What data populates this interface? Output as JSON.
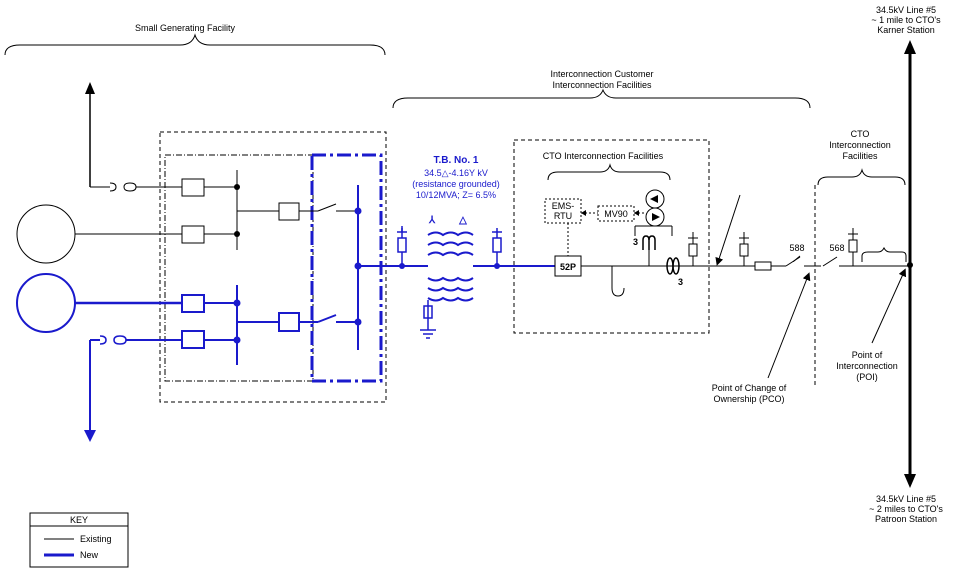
{
  "colors": {
    "existing": "#000000",
    "new": "#1a1acc"
  },
  "labels": {
    "small_generating_facility": "Small Generating Facility",
    "interconnection_customer_1": "Interconnection Customer",
    "interconnection_customer_2": "Interconnection Facilities",
    "cto_interconnection_facilities": "CTO Interconnection  Facilities",
    "cto_right_1": "CTO",
    "cto_right_2": "Interconnection",
    "cto_right_3": "Facilities",
    "line_top_1": "34.5kV Line #5",
    "line_top_2": "~ 1 mile to CTO's",
    "line_top_3": "Karner Station",
    "line_bottom_1": "34.5kV Line #5",
    "line_bottom_2": "~ 2 miles to CTO's",
    "line_bottom_3": "Patroon Station",
    "tb_title": "T.B. No. 1",
    "tb_line1": "34.5△-4.16Y kV",
    "tb_line2": "(resistance grounded)",
    "tb_line3": "10/12MVA; Z= 6.5%",
    "wye_symbol": "⅄",
    "delta_symbol": "△",
    "breaker_52p": "52P",
    "ems_1": "EMS-",
    "ems_2": "RTU",
    "mv90": "MV90",
    "ct_count_top": "3",
    "ct_count_bottom": "3",
    "switch_588": "588",
    "switch_568": "568",
    "pco_1": "Point of Change of",
    "pco_2": "Ownership (PCO)",
    "poi_1": "Point of",
    "poi_2": "Interconnection",
    "poi_3": "(POI)"
  },
  "key": {
    "title": "KEY",
    "existing": "Existing",
    "new": "New"
  }
}
